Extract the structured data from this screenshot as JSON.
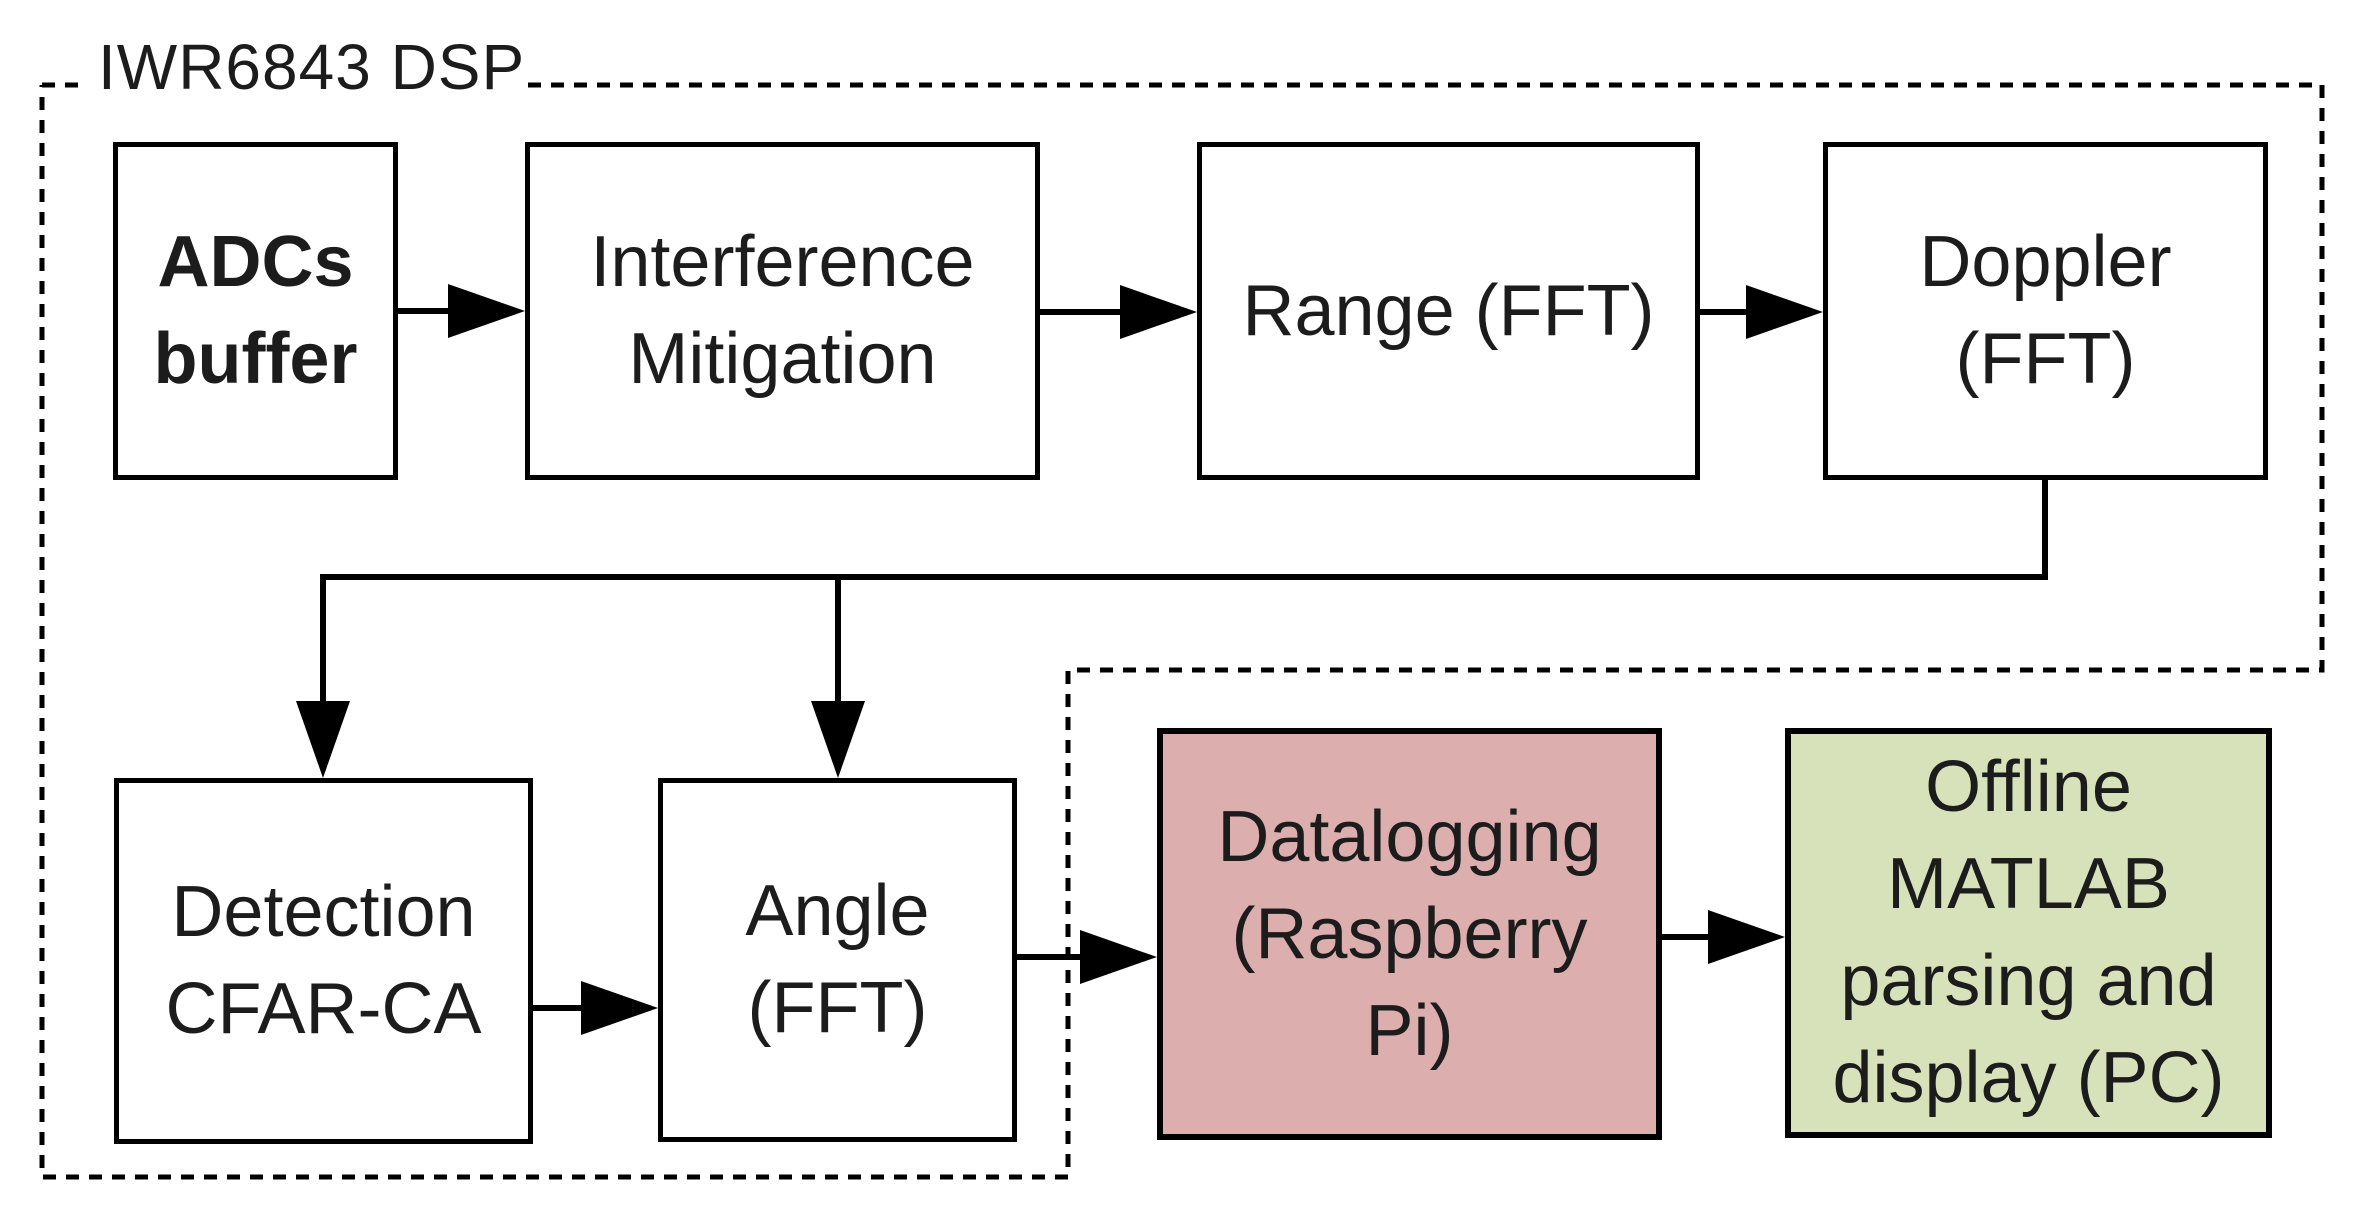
{
  "diagram": {
    "title": "IWR6843 DSP",
    "nodes": {
      "adc": {
        "lines": [
          "ADCs",
          "buffer"
        ],
        "emphasis": "bold"
      },
      "interference": {
        "lines": [
          "Interference",
          "Mitigation"
        ]
      },
      "range": {
        "lines": [
          "Range (FFT)"
        ]
      },
      "doppler": {
        "lines": [
          "Doppler",
          "(FFT)"
        ]
      },
      "detection": {
        "lines": [
          "Detection",
          "CFAR-CA"
        ]
      },
      "angle": {
        "lines": [
          "Angle",
          "(FFT)"
        ]
      },
      "datalogging": {
        "lines": [
          "Datalogging",
          "(Raspberry",
          "Pi)"
        ],
        "fill": "#dcaeae"
      },
      "matlab": {
        "lines": [
          "Offline",
          "MATLAB",
          "parsing and",
          "display (PC)"
        ],
        "fill": "#d7e2ba"
      }
    },
    "edges": [
      {
        "from": "ADCs buffer",
        "to": "Interference Mitigation"
      },
      {
        "from": "Interference Mitigation",
        "to": "Range (FFT)"
      },
      {
        "from": "Range (FFT)",
        "to": "Doppler (FFT)"
      },
      {
        "from": "Doppler (FFT)",
        "to": "Detection CFAR-CA"
      },
      {
        "from": "Doppler (FFT)",
        "to": "Angle (FFT)"
      },
      {
        "from": "Detection CFAR-CA",
        "to": "Angle (FFT)"
      },
      {
        "from": "Angle (FFT)",
        "to": "Datalogging (Raspberry Pi)"
      },
      {
        "from": "Datalogging (Raspberry Pi)",
        "to": "Offline MATLAB parsing and display (PC)"
      }
    ],
    "colors": {
      "background": "#ffffff",
      "line": "#000000",
      "box_border": "#000000",
      "datalogging_fill": "#dcaeae",
      "matlab_fill": "#d7e2ba"
    }
  }
}
